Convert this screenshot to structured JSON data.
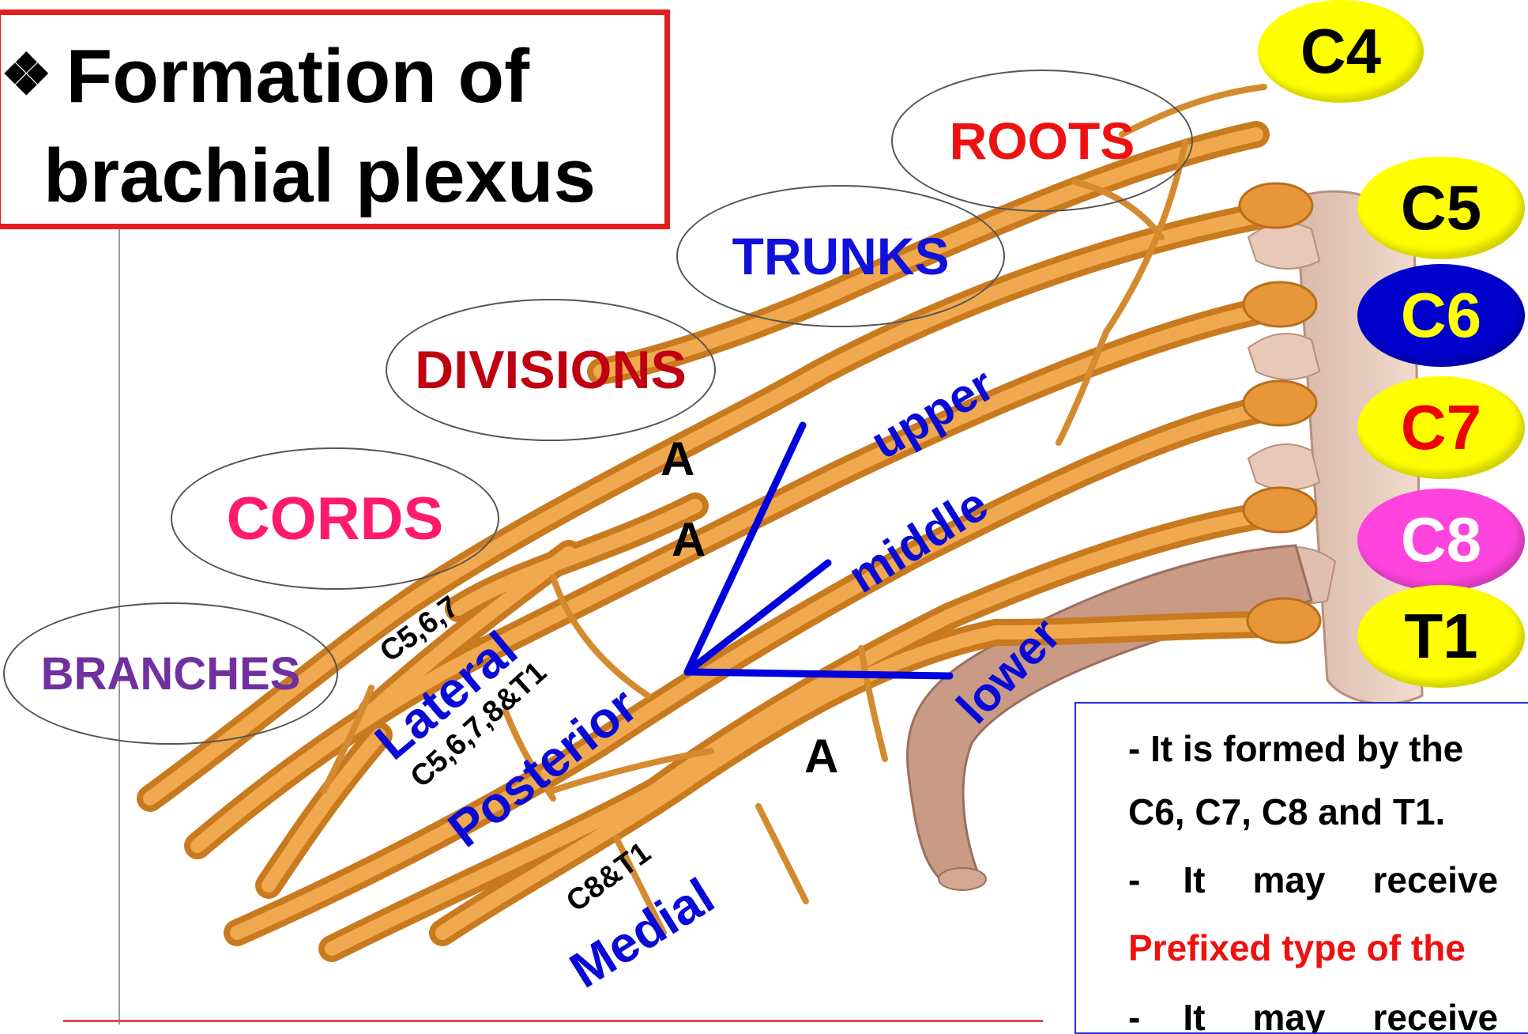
{
  "title": {
    "bullet": "❖",
    "line1": "Formation of",
    "line2": "brachial plexus"
  },
  "levels": {
    "roots": "ROOTS",
    "trunks": "TRUNKS",
    "divisions": "DIVISIONS",
    "cords": "CORDS",
    "branches": "BRANCHES"
  },
  "level_colors": {
    "roots": "#ee1111",
    "trunks": "#1111dd",
    "divisions": "#c00010",
    "cords": "#ff1a6e",
    "branches": "#7030a0"
  },
  "spinal_nerves": [
    {
      "label": "C4",
      "bg": "#ffff00",
      "fg": "#000000"
    },
    {
      "label": "C5",
      "bg": "#ffff00",
      "fg": "#000000"
    },
    {
      "label": "C6",
      "bg": "#0000cc",
      "fg": "#ffff00"
    },
    {
      "label": "C7",
      "bg": "#ffff00",
      "fg": "#ee0000"
    },
    {
      "label": "C8",
      "bg": "#ff44dd",
      "fg": "#ffffff"
    },
    {
      "label": "T1",
      "bg": "#ffff00",
      "fg": "#000000"
    }
  ],
  "trunks": {
    "upper": "upper",
    "middle": "middle",
    "lower": "lower"
  },
  "divisions": {
    "anterior_1": "A",
    "anterior_2": "A",
    "anterior_3": "A"
  },
  "cords": {
    "lateral": {
      "name": "Lateral",
      "roots": "C5,6,7"
    },
    "posterior": {
      "name": "Posterior",
      "roots": "C5,6,7,8&T1"
    },
    "medial": {
      "name": "Medial",
      "roots": "C8&T1"
    }
  },
  "info": {
    "line1": "- It is formed by the",
    "line2": "C6, C7, C8 and T1.",
    "line3_parts": [
      "-",
      "It",
      "may",
      "receive"
    ],
    "line4": "Prefixed type of the",
    "line5_parts": [
      "-",
      "It",
      "may",
      "receive"
    ],
    "line4_color": "#ee1111"
  }
}
